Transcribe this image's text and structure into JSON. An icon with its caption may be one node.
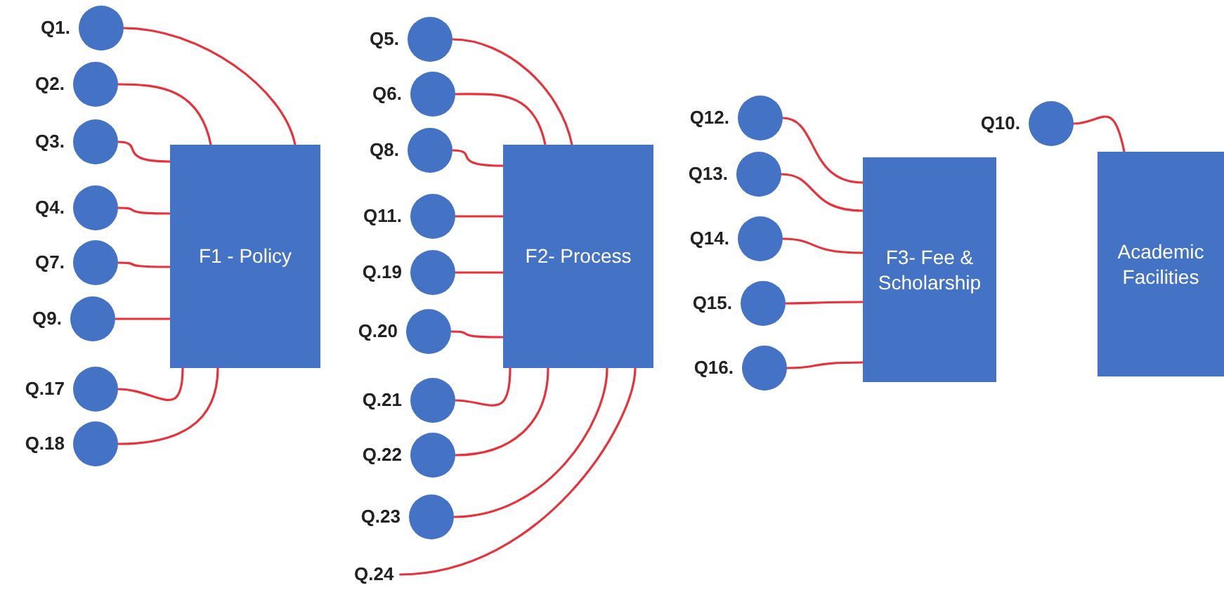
{
  "diagram": {
    "nodes": [
      {
        "text": [
          "F1 - Policy"
        ]
      },
      {
        "text": [],
        "shape": "circle",
        "beside": [
          "Q1."
        ]
      },
      {
        "text": [],
        "shape": "circle",
        "beside": [
          "Q2."
        ]
      },
      {
        "text": [],
        "shape": "circle",
        "beside": [
          "Q3."
        ]
      },
      {
        "text": [],
        "shape": "circle",
        "beside": [
          "Q4."
        ]
      },
      {
        "text": [],
        "shape": "circle",
        "beside": [
          "Q7."
        ]
      },
      {
        "text": [],
        "shape": "circle",
        "beside": [
          "Q9."
        ]
      },
      {
        "text": [],
        "shape": "circle",
        "beside": [
          "Q.17"
        ]
      },
      {
        "text": [],
        "shape": "circle",
        "beside": [
          "Q.18"
        ]
      },
      {
        "text": [
          "F2- Process"
        ]
      },
      {
        "text": [],
        "shape": "circle",
        "beside": [
          "Q5."
        ]
      },
      {
        "text": [],
        "shape": "circle",
        "beside": [
          "Q6."
        ]
      },
      {
        "text": [],
        "shape": "circle",
        "beside": [
          "Q8."
        ]
      },
      {
        "text": [],
        "shape": "circle",
        "beside": [
          "Q11."
        ]
      },
      {
        "text": [],
        "shape": "circle",
        "beside": [
          "Q.19"
        ]
      },
      {
        "text": [],
        "shape": "circle",
        "beside": [
          "Q.20"
        ]
      },
      {
        "text": [],
        "shape": "circle",
        "beside": [
          "Q.21"
        ]
      },
      {
        "text": [],
        "shape": "circle",
        "beside": [
          "Q.22"
        ]
      },
      {
        "text": [],
        "shape": "circle",
        "beside": [
          "Q.23"
        ]
      },
      {
        "text": [
          "Q.24"
        ]
      },
      {
        "text": [
          "F3- Fee & Scholarship"
        ]
      },
      {
        "text": [],
        "shape": "circle",
        "beside": [
          "Q12."
        ]
      },
      {
        "text": [],
        "shape": "circle",
        "beside": [
          "Q13."
        ]
      },
      {
        "text": [],
        "shape": "circle",
        "beside": [
          "Q14."
        ]
      },
      {
        "text": [],
        "shape": "circle",
        "beside": [
          "Q15."
        ]
      },
      {
        "text": [],
        "shape": "circle",
        "beside": [
          "Q16."
        ]
      },
      {
        "text": [],
        "shape": "circle",
        "beside": [
          "Q10."
        ]
      },
      {
        "text": [
          "Academic Facilities"
        ]
      }
    ],
    "edges": [
      {
        "from": 1,
        "to": 0,
        "arrow": "none"
      },
      {
        "from": 2,
        "to": 0,
        "arrow": "none"
      },
      {
        "from": 3,
        "to": 0,
        "arrow": "none"
      },
      {
        "from": 4,
        "to": 0,
        "arrow": "none"
      },
      {
        "from": 5,
        "to": 0,
        "arrow": "none"
      },
      {
        "from": 6,
        "to": 0,
        "arrow": "none"
      },
      {
        "from": 7,
        "to": 0,
        "arrow": "none"
      },
      {
        "from": 8,
        "to": 0,
        "arrow": "none"
      },
      {
        "from": 10,
        "to": 9,
        "arrow": "none"
      },
      {
        "from": 11,
        "to": 9,
        "arrow": "none"
      },
      {
        "from": 12,
        "to": 9,
        "arrow": "none"
      },
      {
        "from": 13,
        "to": 9,
        "arrow": "none"
      },
      {
        "from": 14,
        "to": 9,
        "arrow": "none"
      },
      {
        "from": 15,
        "to": 9,
        "arrow": "none"
      },
      {
        "from": 16,
        "to": 9,
        "arrow": "none"
      },
      {
        "from": 17,
        "to": 9,
        "arrow": "none"
      },
      {
        "from": 18,
        "to": 9,
        "arrow": "none"
      },
      {
        "from": 19,
        "to": 9,
        "arrow": "none"
      },
      {
        "from": 21,
        "to": 20,
        "arrow": "none"
      },
      {
        "from": 22,
        "to": 20,
        "arrow": "none"
      },
      {
        "from": 23,
        "to": 20,
        "arrow": "none"
      },
      {
        "from": 24,
        "to": 20,
        "arrow": "none"
      },
      {
        "from": 25,
        "to": 20,
        "arrow": "none"
      },
      {
        "from": 26,
        "to": 27,
        "arrow": "none"
      }
    ]
  }
}
